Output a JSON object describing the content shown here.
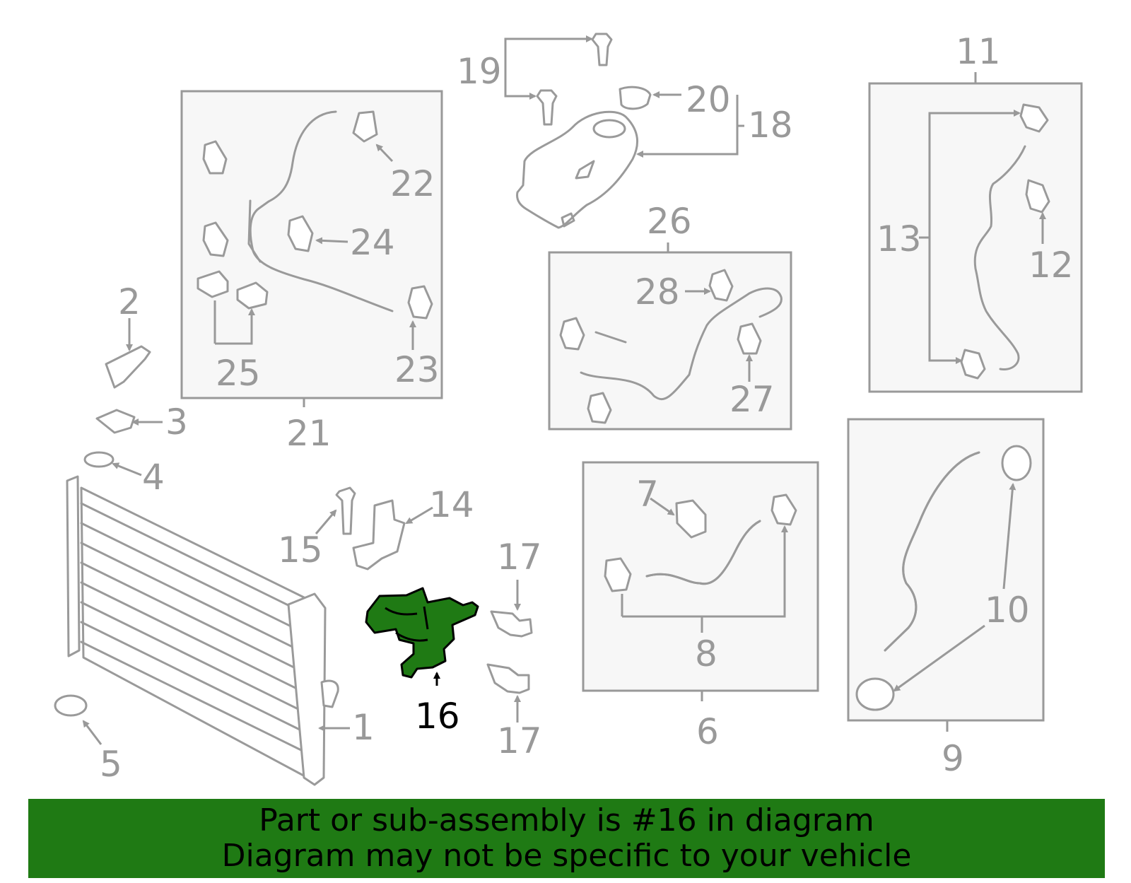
{
  "callouts": {
    "c1": "1",
    "c2": "2",
    "c3": "3",
    "c4": "4",
    "c5": "5",
    "c6": "6",
    "c7": "7",
    "c8": "8",
    "c9": "9",
    "c10": "10",
    "c11": "11",
    "c12": "12",
    "c13": "13",
    "c14": "14",
    "c15": "15",
    "c16": "16",
    "c17a": "17",
    "c17b": "17",
    "c18": "18",
    "c19": "19",
    "c20": "20",
    "c21": "21",
    "c22": "22",
    "c23": "23",
    "c24": "24",
    "c25": "25",
    "c26": "26",
    "c27": "27",
    "c28": "28"
  },
  "highlight": {
    "part_number": "16",
    "color": "#1f7a14"
  },
  "banner": {
    "line1": "Part or sub-assembly is #16 in diagram",
    "line2": "Diagram may not be specific to your vehicle"
  }
}
